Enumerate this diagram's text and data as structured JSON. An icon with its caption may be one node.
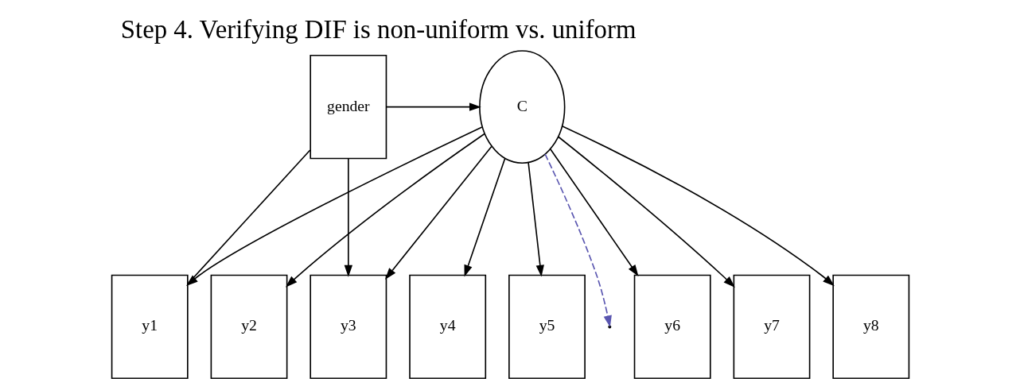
{
  "diagram": {
    "title": "Step 4. Verifying DIF is non-uniform vs. uniform",
    "nodes": [
      {
        "text": [
          "gender"
        ]
      },
      {
        "text": [
          "C"
        ]
      },
      {
        "text": [
          "y1"
        ]
      },
      {
        "text": [
          "y2"
        ]
      },
      {
        "text": [
          "y3"
        ]
      },
      {
        "text": [
          "y4"
        ]
      },
      {
        "text": [
          "y5"
        ]
      },
      {
        "text": [
          "y6"
        ]
      },
      {
        "text": [
          "y7"
        ]
      },
      {
        "text": [
          "y8"
        ]
      }
    ],
    "edges": [
      {
        "from": 0,
        "to": 1,
        "arrow": "to"
      },
      {
        "from": 0,
        "to": 2,
        "arrow": "none"
      },
      {
        "from": 0,
        "to": 4,
        "arrow": "to"
      },
      {
        "from": 1,
        "to": null,
        "arrow": "to",
        "style": "dashed",
        "color": "#5a56b0"
      },
      {
        "from": 1,
        "to": 2,
        "arrow": "to"
      },
      {
        "from": 1,
        "to": 3,
        "arrow": "to"
      },
      {
        "from": 1,
        "to": 4,
        "arrow": "to"
      },
      {
        "from": 1,
        "to": 5,
        "arrow": "to"
      },
      {
        "from": 1,
        "to": 6,
        "arrow": "to"
      },
      {
        "from": 1,
        "to": 7,
        "arrow": "to"
      },
      {
        "from": 1,
        "to": 8,
        "arrow": "to"
      },
      {
        "from": 1,
        "to": 9,
        "arrow": "to"
      }
    ]
  }
}
